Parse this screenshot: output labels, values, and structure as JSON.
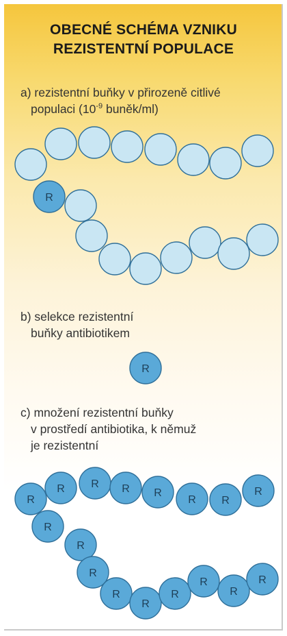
{
  "title": {
    "line1": "OBECNÉ SCHÉMA VZNIKU",
    "line2": "REZISTENTNÍ POPULACE"
  },
  "steps": {
    "a": {
      "line1": "a) rezistentní buňky v přirozeně citlivé",
      "line2_prefix": "populaci (10",
      "line2_exponent": "-9",
      "line2_suffix": " buněk/ml)"
    },
    "b": {
      "line1": "b) selekce rezistentní",
      "line2": "buňky antibiotikem"
    },
    "c": {
      "line1": "c) množení rezistentní buňky",
      "line2": "v prostředí antibiotika, k němuž",
      "line3": "je rezistentní"
    }
  },
  "cell_label": "R",
  "colors": {
    "sensitive_cell": "#c9e6f3",
    "resistant_cell": "#5aa9d8",
    "cell_outline": "#2f6f99"
  }
}
